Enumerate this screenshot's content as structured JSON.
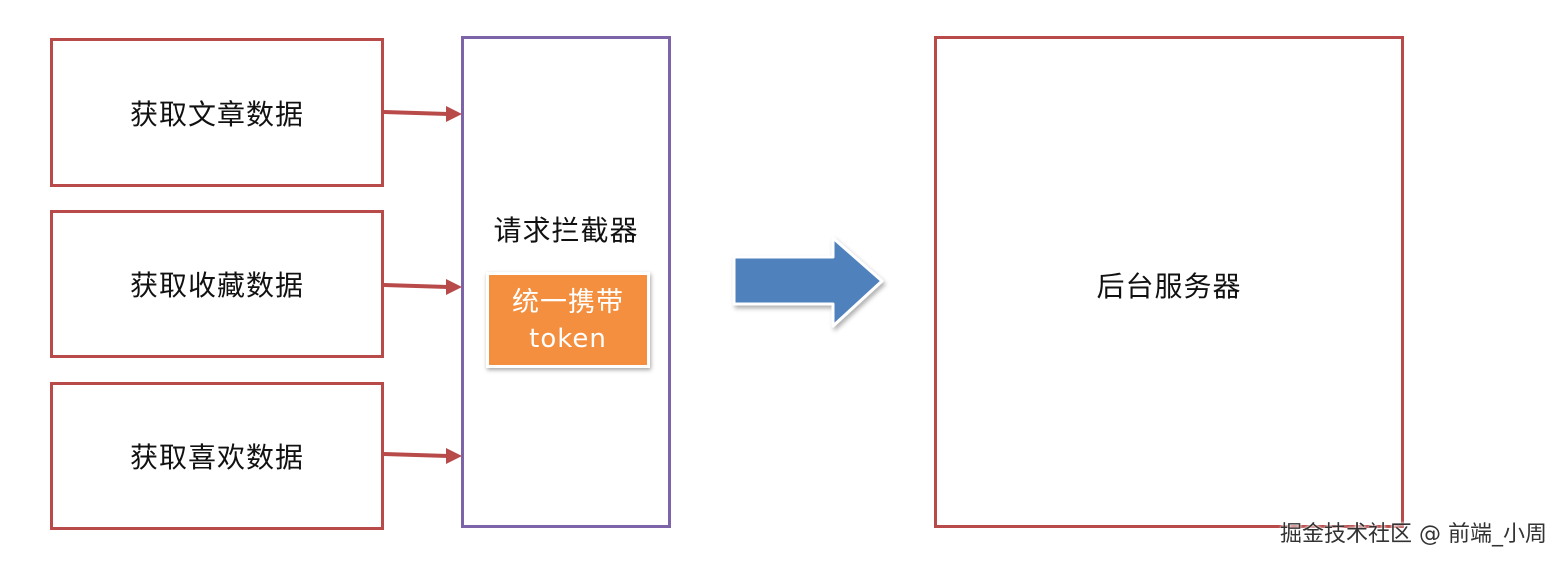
{
  "sources": [
    {
      "label": "获取文章数据"
    },
    {
      "label": "获取收藏数据"
    },
    {
      "label": "获取喜欢数据"
    }
  ],
  "interceptor": {
    "title": "请求拦截器",
    "badge_line1": "统一携带",
    "badge_line2": "token"
  },
  "backend": {
    "label": "后台服务器"
  },
  "watermark": "掘金技术社区 @ 前端_小周",
  "colors": {
    "source_border": "#b94a4a",
    "interceptor_border": "#7d63a8",
    "backend_border": "#b94a4a",
    "badge_fill": "#f38f3e",
    "big_arrow_fill": "#4f81bd",
    "connector_arrow": "#b94a4a"
  }
}
